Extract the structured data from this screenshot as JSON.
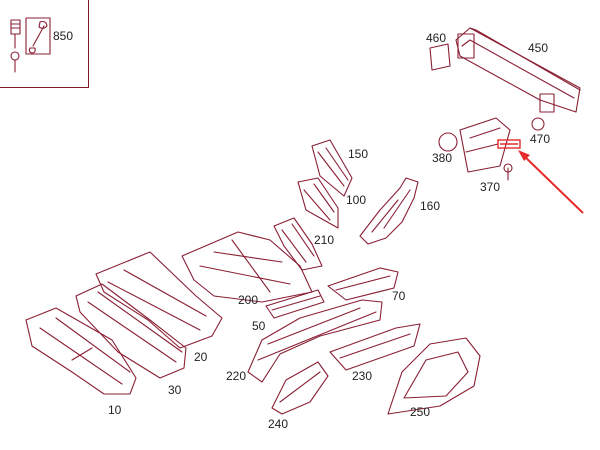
{
  "legend": {
    "label": "850"
  },
  "callouts": [
    {
      "key": "p850",
      "label": "850"
    },
    {
      "key": "p460",
      "label": "460"
    },
    {
      "key": "p450",
      "label": "450"
    },
    {
      "key": "p470",
      "label": "470"
    },
    {
      "key": "p380",
      "label": "380"
    },
    {
      "key": "p370",
      "label": "370"
    },
    {
      "key": "p150",
      "label": "150"
    },
    {
      "key": "p100",
      "label": "100"
    },
    {
      "key": "p160",
      "label": "160"
    },
    {
      "key": "p210",
      "label": "210"
    },
    {
      "key": "p200",
      "label": "200"
    },
    {
      "key": "p70",
      "label": "70"
    },
    {
      "key": "p50",
      "label": "50"
    },
    {
      "key": "p20",
      "label": "20"
    },
    {
      "key": "p30",
      "label": "30"
    },
    {
      "key": "p10",
      "label": "10"
    },
    {
      "key": "p220",
      "label": "220"
    },
    {
      "key": "p230",
      "label": "230"
    },
    {
      "key": "p240",
      "label": "240"
    },
    {
      "key": "p250",
      "label": "250"
    }
  ],
  "colors": {
    "line": "#8a1f33",
    "highlight": "#e52b2b",
    "text": "#222222"
  }
}
